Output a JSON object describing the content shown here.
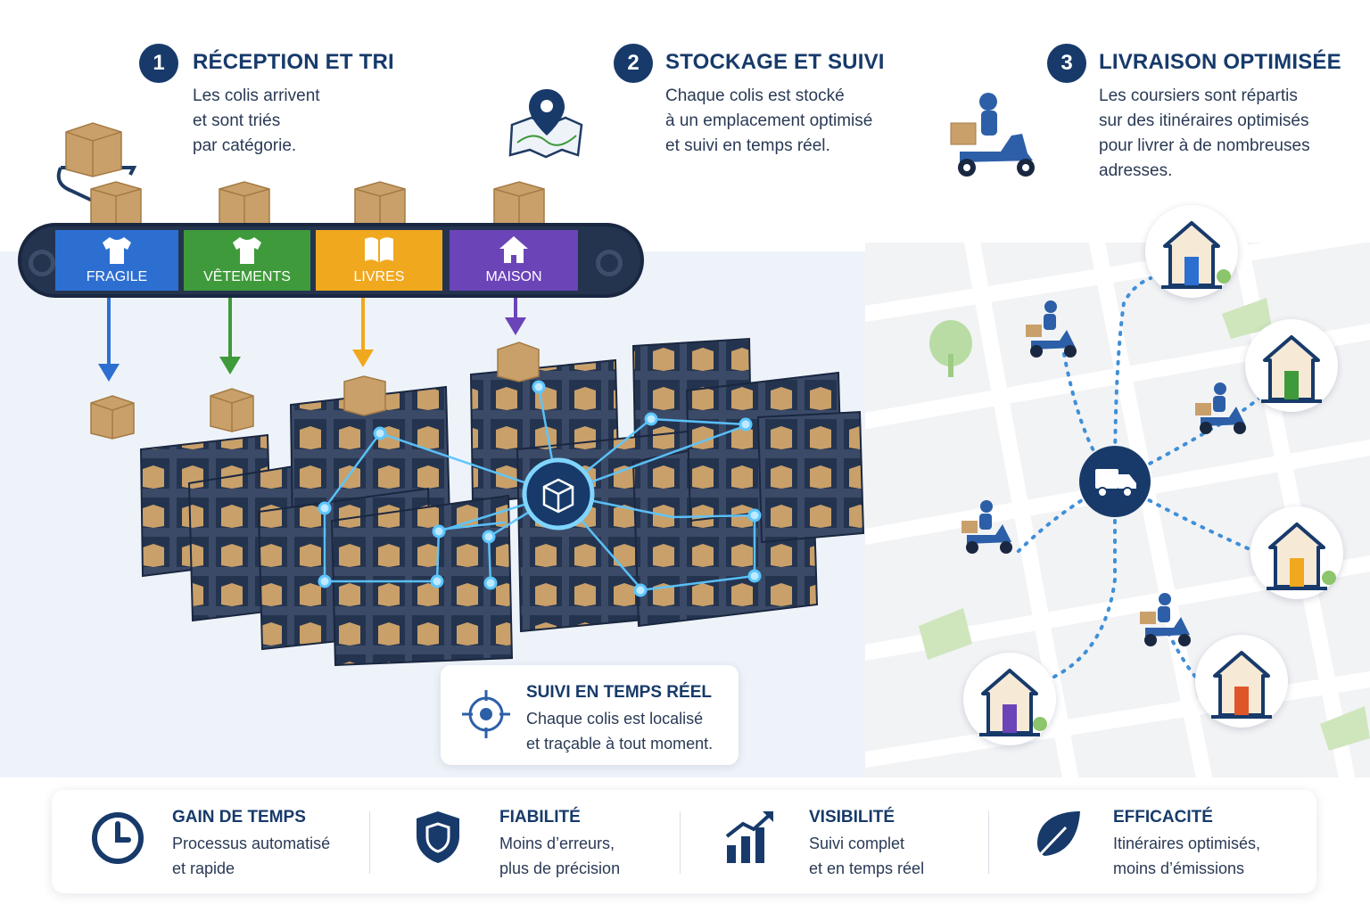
{
  "steps": [
    {
      "number": "1",
      "title": "RÉCEPTION ET TRI",
      "desc": [
        "Les colis arrivent",
        "et sont triés",
        "par catégorie."
      ]
    },
    {
      "number": "2",
      "title": "STOCKAGE ET SUIVI",
      "desc": [
        "Chaque colis est stocké",
        "à un emplacement optimisé",
        "et suivi en temps réel."
      ]
    },
    {
      "number": "3",
      "title": "LIVRAISON OPTIMISÉE",
      "desc": [
        "Les coursiers sont répartis",
        "sur des itinéraires optimisés",
        "pour livrer à de nombreuses",
        "adresses."
      ]
    }
  ],
  "categories": [
    {
      "label": "FRAGILE",
      "color": "#2d6fd1",
      "icon": "shirt-icon"
    },
    {
      "label": "VÊTEMENTS",
      "color": "#3f9a3b",
      "icon": "shirt-icon"
    },
    {
      "label": "LIVRES",
      "color": "#f0a81e",
      "icon": "book-icon"
    },
    {
      "label": "MAISON",
      "color": "#6b44b8",
      "icon": "house-icon"
    }
  ],
  "tracking_card": {
    "title": "SUIVI EN TEMPS RÉEL",
    "desc": [
      "Chaque colis est localisé",
      "et traçable à tout moment."
    ],
    "icon": "target-icon"
  },
  "benefits": [
    {
      "title": "GAIN DE TEMPS",
      "desc": [
        "Processus automatisé",
        "et rapide"
      ],
      "icon": "clock-icon"
    },
    {
      "title": "FIABILITÉ",
      "desc": [
        "Moins d’erreurs,",
        "plus de précision"
      ],
      "icon": "shield-icon"
    },
    {
      "title": "VISIBILITÉ",
      "desc": [
        "Suivi complet",
        "et en temps réel"
      ],
      "icon": "chart-icon"
    },
    {
      "title": "EFFICACITÉ",
      "desc": [
        "Itinéraires optimisés,",
        "moins d’émissions"
      ],
      "icon": "leaf-icon"
    }
  ],
  "colors": {
    "navy": "#173a6a",
    "accent_blue": "#2f8fd8",
    "box": "#c9a06a",
    "door_blue": "#2d6fd1",
    "door_green": "#3f9a3b",
    "door_yellow": "#f0a81e",
    "door_red": "#e0562b",
    "door_purple": "#6b44b8"
  }
}
